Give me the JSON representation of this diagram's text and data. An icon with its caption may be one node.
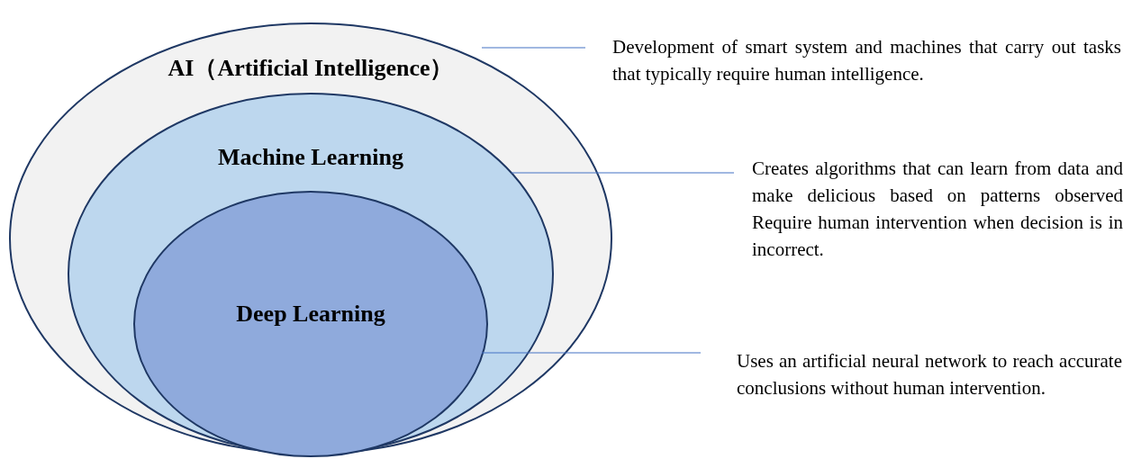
{
  "diagram": {
    "nodes": [
      {
        "text": [
          "AI（Artificial Intelligence）"
        ]
      },
      {
        "text": [
          "Machine Learning"
        ],
        "in": 0
      },
      {
        "text": [
          "Deep Learning"
        ],
        "in": 1
      },
      {
        "text": [
          "Development of smart system and machines that carry out tasks that typically require human intelligence."
        ]
      },
      {
        "text": [
          "Creates algorithms that can learn from data and make delicious based on patterns observed Require human intervention when decision is in incorrect."
        ]
      },
      {
        "text": [
          "Uses an artificial neural network to reach accurate conclusions without human intervention."
        ]
      }
    ],
    "edges": [
      {
        "from": 3,
        "to": 0,
        "arrow": "none"
      },
      {
        "from": 4,
        "to": 1,
        "arrow": "none"
      },
      {
        "from": 5,
        "to": 2,
        "arrow": "none"
      }
    ]
  }
}
